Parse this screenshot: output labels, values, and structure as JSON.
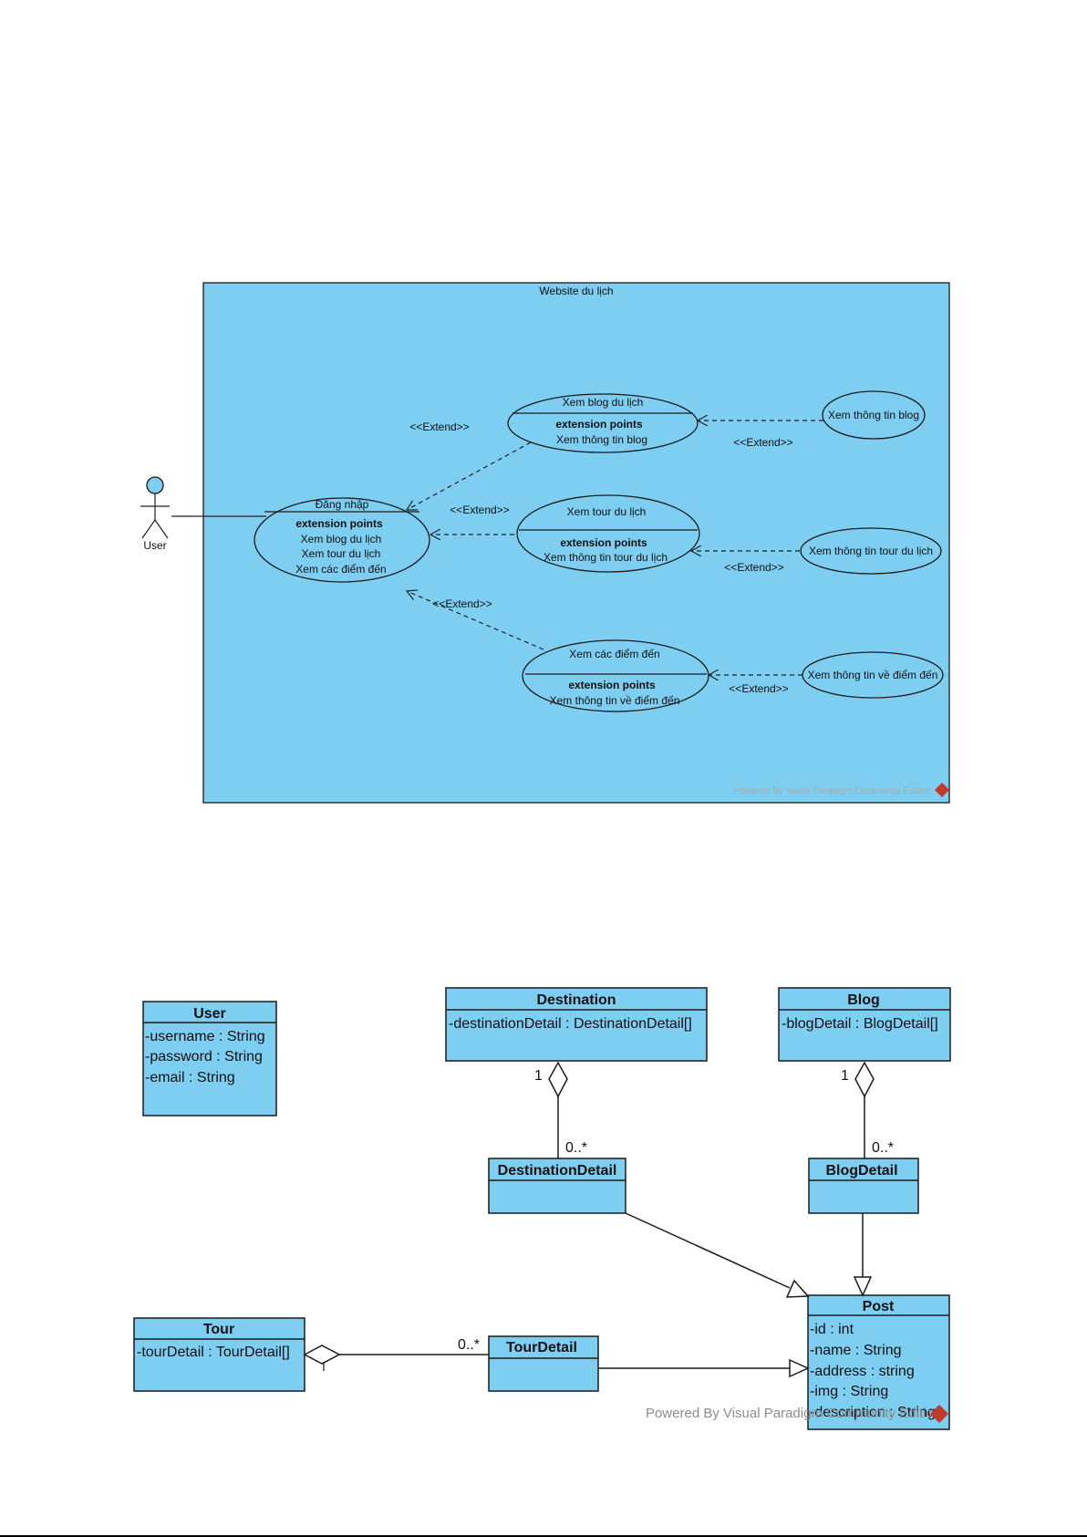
{
  "use_case_diagram": {
    "system_title": "Website du lịch",
    "actor": {
      "name": "User"
    },
    "extend_label": "<<Extend>>",
    "login_usecase": {
      "name": "Đăng nhập",
      "ext_header": "extension points",
      "ext_points": [
        "Xem blog du lịch",
        "Xem tour du lịch",
        "Xem các điểm đến"
      ]
    },
    "blog_usecase": {
      "name": "Xem blog du lịch",
      "ext_header": "extension points",
      "ext_point": "Xem thông tin blog"
    },
    "tour_usecase": {
      "name": "Xem tour du lịch",
      "ext_header": "extension points",
      "ext_point": "Xem thông tin tour du lịch"
    },
    "dest_usecase": {
      "name": "Xem các điểm đến",
      "ext_header": "extension points",
      "ext_point": "Xem thông tin về điểm đến"
    },
    "blog_info": "Xem thông tin blog",
    "tour_info": "Xem thông tin tour du lịch",
    "dest_info": "Xem thông tin về điểm đến",
    "watermark": "Powered By  Visual Paradigm Community Edition"
  },
  "class_diagram": {
    "user": {
      "name": "User",
      "attrs": [
        "-username : String",
        "-password : String",
        "-email : String"
      ]
    },
    "destination": {
      "name": "Destination",
      "attrs": [
        "-destinationDetail : DestinationDetail[]"
      ]
    },
    "blog": {
      "name": "Blog",
      "attrs": [
        "-blogDetail : BlogDetail[]"
      ]
    },
    "destination_detail": {
      "name": "DestinationDetail"
    },
    "blog_detail": {
      "name": "BlogDetail"
    },
    "tour": {
      "name": "Tour",
      "attrs": [
        "-tourDetail : TourDetail[]"
      ]
    },
    "tour_detail": {
      "name": "TourDetail"
    },
    "post": {
      "name": "Post",
      "attrs": [
        "-id : int",
        "-name : String",
        "-address : string",
        "-img : String",
        "-description : String"
      ]
    },
    "mult_one": "1",
    "mult_many": "0..*",
    "watermark": "Powered By  Visual Paradigm Community Edition"
  },
  "colors": {
    "fill": "#7ecef2",
    "stroke": "#1a1a1a",
    "watermark_logo": "#c0392b"
  }
}
